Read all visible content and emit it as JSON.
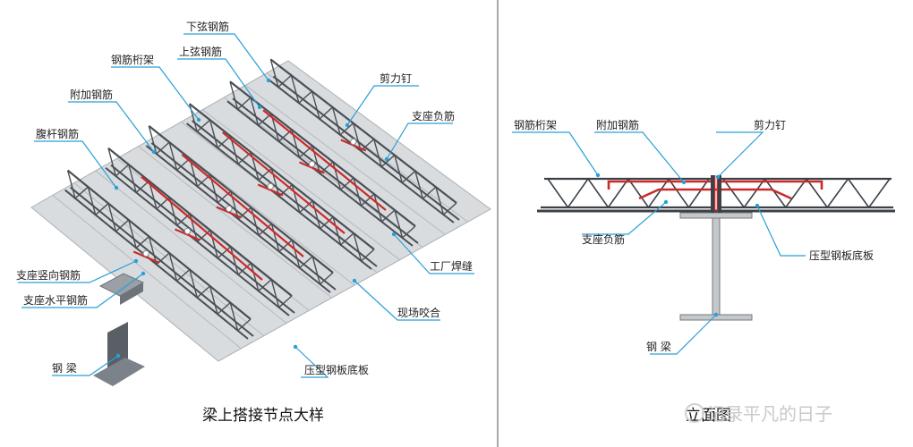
{
  "colors": {
    "leader": "#2a9fd6",
    "rebar_red": "#cc2a2a",
    "truss_steel": "#4a4f55",
    "deck": "#cfd3d7",
    "divider": "#8a8f95"
  },
  "left_panel": {
    "caption": "梁上搭接节点大样",
    "labels": {
      "lower_chord": "下弦钢筋",
      "truss": "钢筋桁架",
      "upper_chord": "上弦钢筋",
      "added_rebar": "附加钢筋",
      "web_bar": "腹杆钢筋",
      "shear_stud": "剪力钉",
      "support_neg": "支座负筋",
      "support_vert": "支座竖向钢筋",
      "support_horiz": "支座水平钢筋",
      "factory_weld": "工厂焊缝",
      "site_seam": "现场咬合",
      "steel_beam": "钢  梁",
      "deck_plate": "压型钢板底板"
    }
  },
  "right_panel": {
    "caption": "立面图",
    "labels": {
      "truss": "钢筋桁架",
      "added_rebar": "附加钢筋",
      "shear_stud": "剪力钉",
      "support_neg": "支座负筋",
      "deck_plate": "压型钢板底板",
      "steel_beam": "钢  梁"
    }
  },
  "watermark": "记录平凡的日子"
}
